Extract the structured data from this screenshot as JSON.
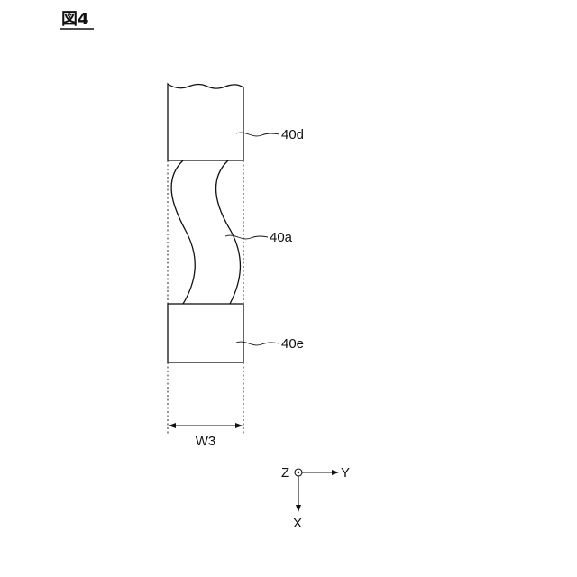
{
  "figure": {
    "title": "図4"
  },
  "labels": {
    "part_40d": "40d",
    "part_40a": "40a",
    "part_40e": "40e",
    "dimension_w3": "W3"
  },
  "axes": {
    "z": "Z",
    "y": "Y",
    "x": "X"
  },
  "colors": {
    "line": "#111111",
    "background": "#ffffff"
  }
}
